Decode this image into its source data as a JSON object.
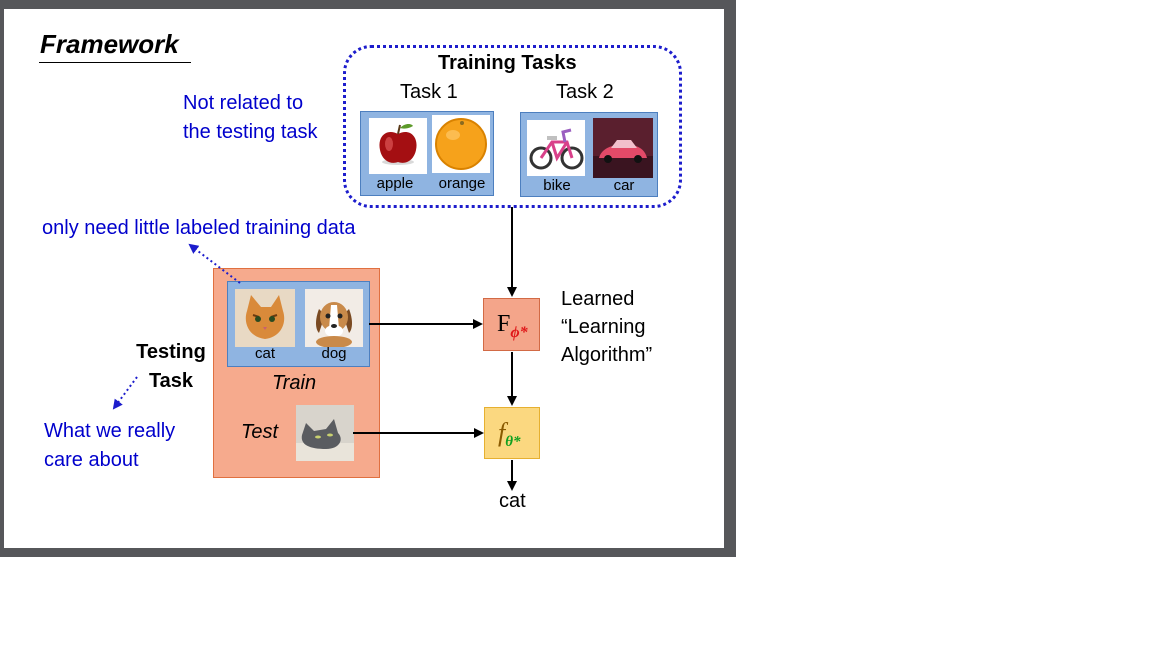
{
  "title": "Framework",
  "notes": {
    "not_related_line1": "Not related to",
    "not_related_line2": "the testing task",
    "little_data": "only need little labeled training data",
    "really_care_line1": "What we really",
    "really_care_line2": "care about"
  },
  "training": {
    "heading": "Training Tasks",
    "task1": {
      "label": "Task 1",
      "items": [
        "apple",
        "orange"
      ]
    },
    "task2": {
      "label": "Task 2",
      "items": [
        "bike",
        "car"
      ]
    }
  },
  "testing": {
    "heading_line1": "Testing",
    "heading_line2": "Task",
    "train_label": "Train",
    "train_items": [
      "cat",
      "dog"
    ],
    "test_label": "Test"
  },
  "learner": {
    "big_f": "F",
    "big_f_sub": "ϕ*",
    "desc_line1": "Learned",
    "desc_line2": "“Learning",
    "desc_line3": "Algorithm”"
  },
  "model": {
    "small_f": "f",
    "small_f_sub": "θ*"
  },
  "output": "cat",
  "colors": {
    "note_blue": "#0000cc",
    "phi_red": "#e0181a",
    "theta_green": "#10a020",
    "salmon": "#f6aa8d",
    "yellow": "#fbd880",
    "light_blue": "#8fb4e1"
  }
}
